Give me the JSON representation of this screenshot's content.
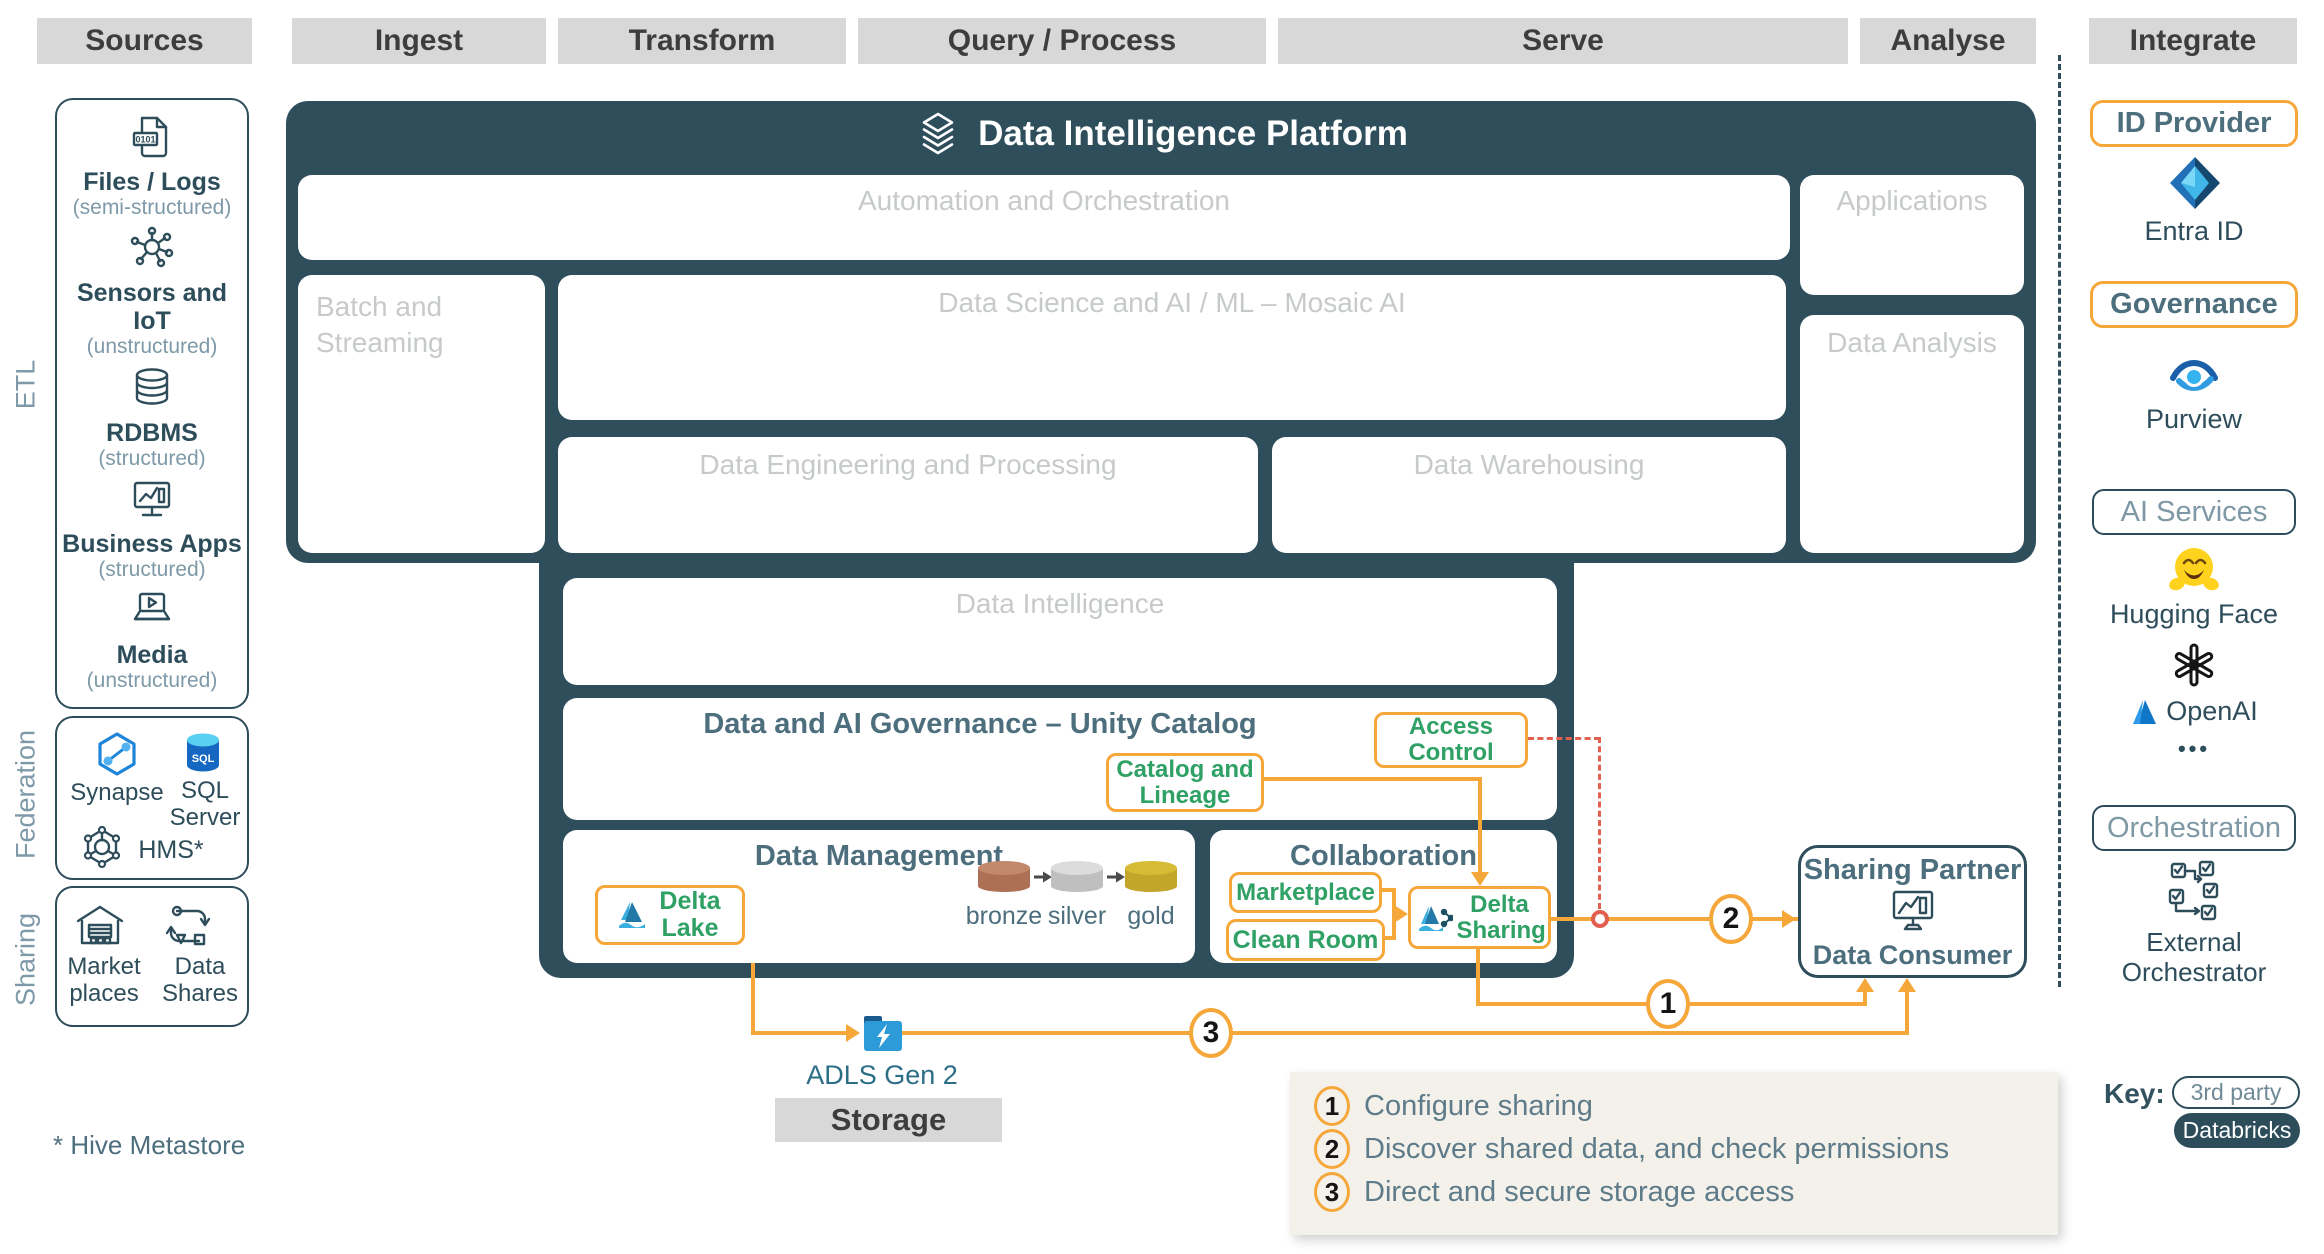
{
  "headers": {
    "sources": "Sources",
    "ingest": "Ingest",
    "transform": "Transform",
    "query_process": "Query / Process",
    "serve": "Serve",
    "analyse": "Analyse",
    "integrate": "Integrate"
  },
  "side_labels": {
    "etl": "ETL",
    "federation": "Federation",
    "sharing": "Sharing"
  },
  "sources_panel": {
    "items": [
      {
        "label": "Files / Logs",
        "sub": "(semi-structured)",
        "icon_text": "0101"
      },
      {
        "label": "Sensors and IoT",
        "sub": "(unstructured)"
      },
      {
        "label": "RDBMS",
        "sub": "(structured)"
      },
      {
        "label": "Business Apps",
        "sub": "(structured)"
      },
      {
        "label": "Media",
        "sub": "(unstructured)"
      }
    ]
  },
  "federation_panel": {
    "synapse": "Synapse",
    "sql_icon_text": "SQL",
    "sql_server": "SQL Server",
    "hms": "HMS*"
  },
  "sharing_panel": {
    "marketplaces": "Market places",
    "data_shares": "Data Shares"
  },
  "footnote": "* Hive Metastore",
  "platform": {
    "title": "Data Intelligence Platform",
    "automation": "Automation and Orchestration",
    "applications": "Applications",
    "batch_streaming": "Batch and Streaming",
    "data_science": "Data Science and AI / ML – Mosaic AI",
    "data_engineering": "Data Engineering and Processing",
    "data_warehousing": "Data Warehousing",
    "data_analysis": "Data Analysis",
    "data_intelligence": "Data Intelligence",
    "governance_title": "Data and AI Governance – Unity Catalog",
    "data_management": "Data Management",
    "collaboration": "Collaboration",
    "access_control": "Access Control",
    "catalog_lineage": "Catalog and Lineage",
    "delta_lake": "Delta Lake",
    "marketplace": "Marketplace",
    "clean_room": "Clean Room",
    "delta_sharing": "Delta Sharing",
    "medallion": {
      "bronze": "bronze",
      "silver": "silver",
      "gold": "gold"
    }
  },
  "storage": {
    "adls": "ADLS Gen 2",
    "banner": "Storage"
  },
  "sharing_partner": {
    "title": "Sharing Partner",
    "consumer": "Data Consumer"
  },
  "flow": {
    "step1": "1",
    "step2": "2",
    "step3": "3"
  },
  "legend": {
    "items": [
      {
        "num": "1",
        "text": "Configure sharing"
      },
      {
        "num": "2",
        "text": "Discover shared data, and check permissions"
      },
      {
        "num": "3",
        "text": "Direct and secure storage access"
      }
    ]
  },
  "key": {
    "label": "Key:",
    "third_party": "3rd party",
    "databricks": "Databricks"
  },
  "integrate": {
    "id_provider": "ID Provider",
    "entra_id": "Entra ID",
    "governance": "Governance",
    "purview": "Purview",
    "ai_services": "AI Services",
    "hugging_face": "Hugging Face",
    "openai": "OpenAI",
    "more": "•••",
    "orchestration": "Orchestration",
    "external_orchestrator": "External Orchestrator"
  }
}
